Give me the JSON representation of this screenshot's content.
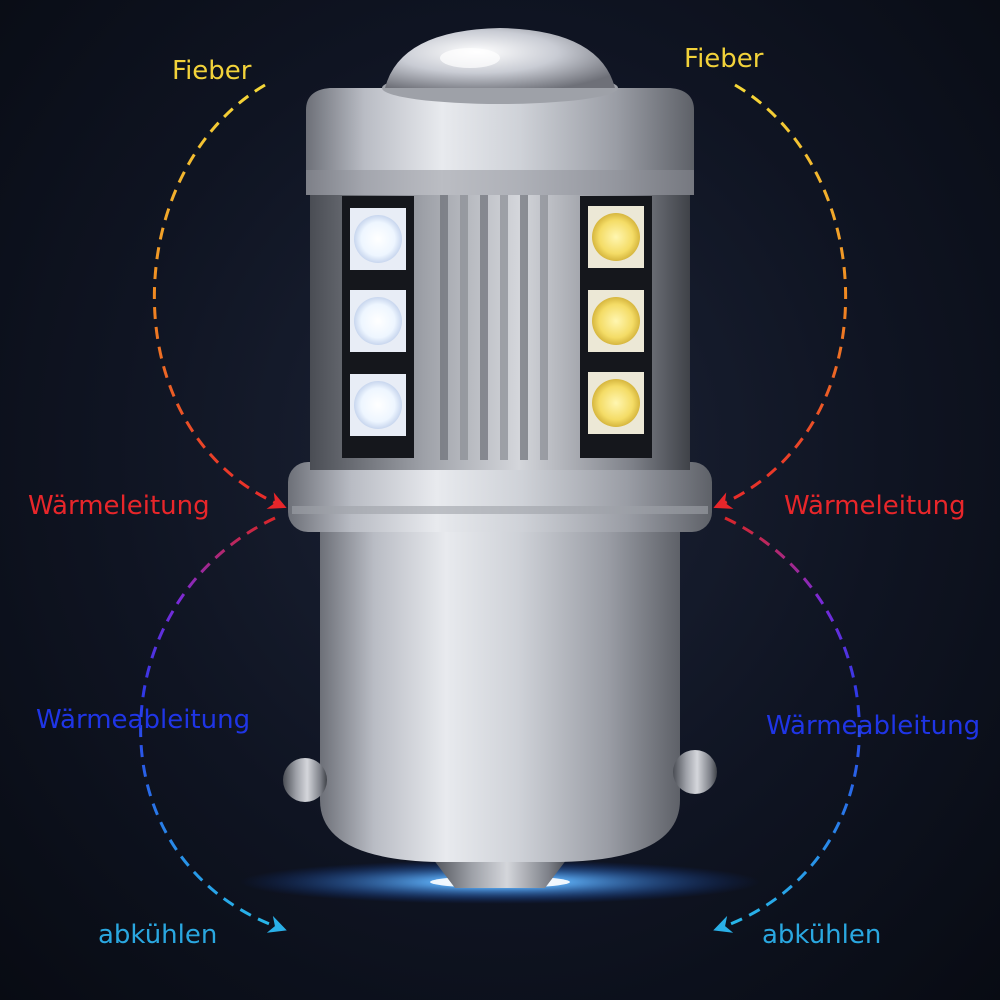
{
  "labels": {
    "fieber_left": "Fieber",
    "fieber_right": "Fieber",
    "waermeleitung_left": "Wärmeleitung",
    "waermeleitung_right": "Wärmeleitung",
    "waermeableitung_left": "Wärmeableitung",
    "waermeableitung_right": "Wärmeableitung",
    "abkuehlen_left": "abkühlen",
    "abkuehlen_right": "abkühlen"
  },
  "colors": {
    "fieber": "#f2d23a",
    "waermeleitung": "#e8262a",
    "waermeableitung": "#1f35e6",
    "abkuehlen": "#2aa7e0",
    "led_white": "#f4f9ff",
    "led_yellow": "#f6e070",
    "background": "#0f1422"
  },
  "icons": [
    "led-bulb-icon",
    "dashed-arrow-icon"
  ]
}
